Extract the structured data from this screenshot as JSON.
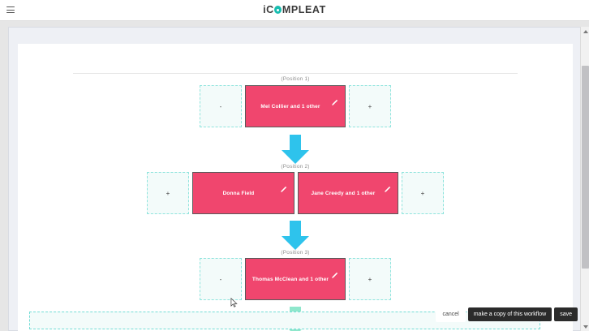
{
  "app": {
    "brand_prefix": "iC",
    "brand_suffix": "MPLEAT",
    "menu_icon": "hamburger-icon"
  },
  "colors": {
    "brand_teal": "#18bdb0",
    "node_pink": "#f0466e",
    "arrow_cyan": "#2ec3ec",
    "arrow_mint": "#8fe7cc",
    "dropzone_border": "#8fe4dd",
    "dropzone_fill": "#f3fbfa",
    "button_dark": "#2b2b2b"
  },
  "workflow": {
    "rows": [
      {
        "position_label": "(Position 1)",
        "left_dropzone": "-",
        "right_dropzone": "+",
        "nodes": [
          {
            "label": "Mel Collier and 1 other",
            "edit_icon": "pencil-icon"
          }
        ]
      },
      {
        "position_label": "(Position 2)",
        "left_dropzone": "+",
        "right_dropzone": "+",
        "nodes": [
          {
            "label": "Donna Field",
            "edit_icon": "pencil-icon"
          },
          {
            "label": "Jane Creedy and 1 other",
            "edit_icon": "pencil-icon"
          }
        ]
      },
      {
        "position_label": "(Position 3)",
        "left_dropzone": "-",
        "right_dropzone": "+",
        "nodes": [
          {
            "label": "Thomas McClean and 1 other",
            "edit_icon": "pencil-icon"
          }
        ]
      }
    ]
  },
  "actions": {
    "cancel_label": "cancel",
    "copy_label": "make a copy of this workflow",
    "save_label": "save"
  },
  "scrollbar": {
    "up_icon": "chevron-up-icon",
    "down_icon": "chevron-down-icon"
  }
}
